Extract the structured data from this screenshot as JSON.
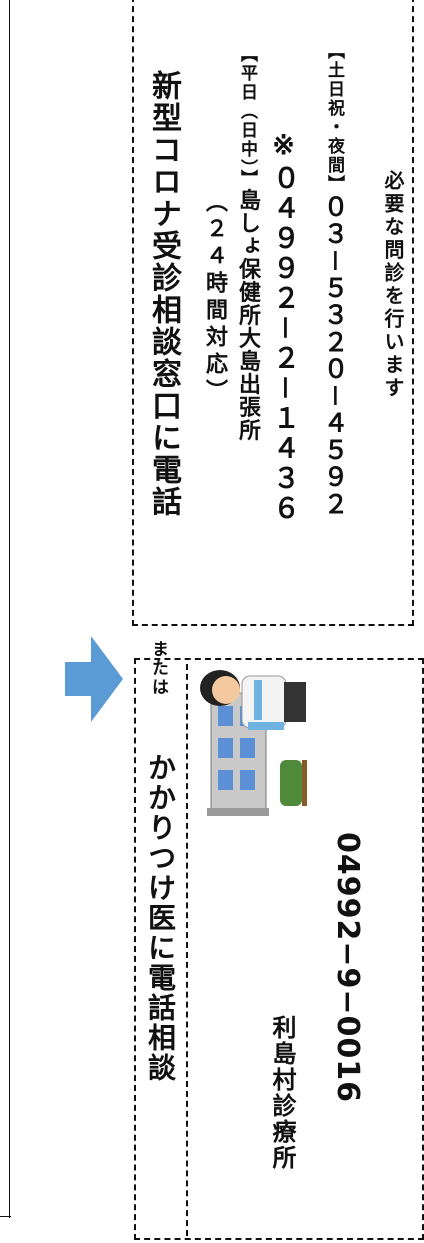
{
  "consult_center": {
    "title": "新型コロナ受診相談窓口に電話",
    "hours": "（２４時間対応）",
    "weekday_label": "【平日（日中）】",
    "weekday_office": "島しょ保健所大島出張所",
    "weekday_phone": "※０４９９２－２－１４３６",
    "holiday_label": "【土日祝・夜間】",
    "holiday_phone": "０３－５３２０－４５９２",
    "note": "必要な問診を行います"
  },
  "or_label": "または",
  "family_doctor": {
    "title": "かかりつけ医に電話相談",
    "clinic_name": "利島村診療所",
    "clinic_phone": "04992−9−0016"
  },
  "colors": {
    "arrow": "#5b9bd5",
    "box_border": "#111111"
  }
}
